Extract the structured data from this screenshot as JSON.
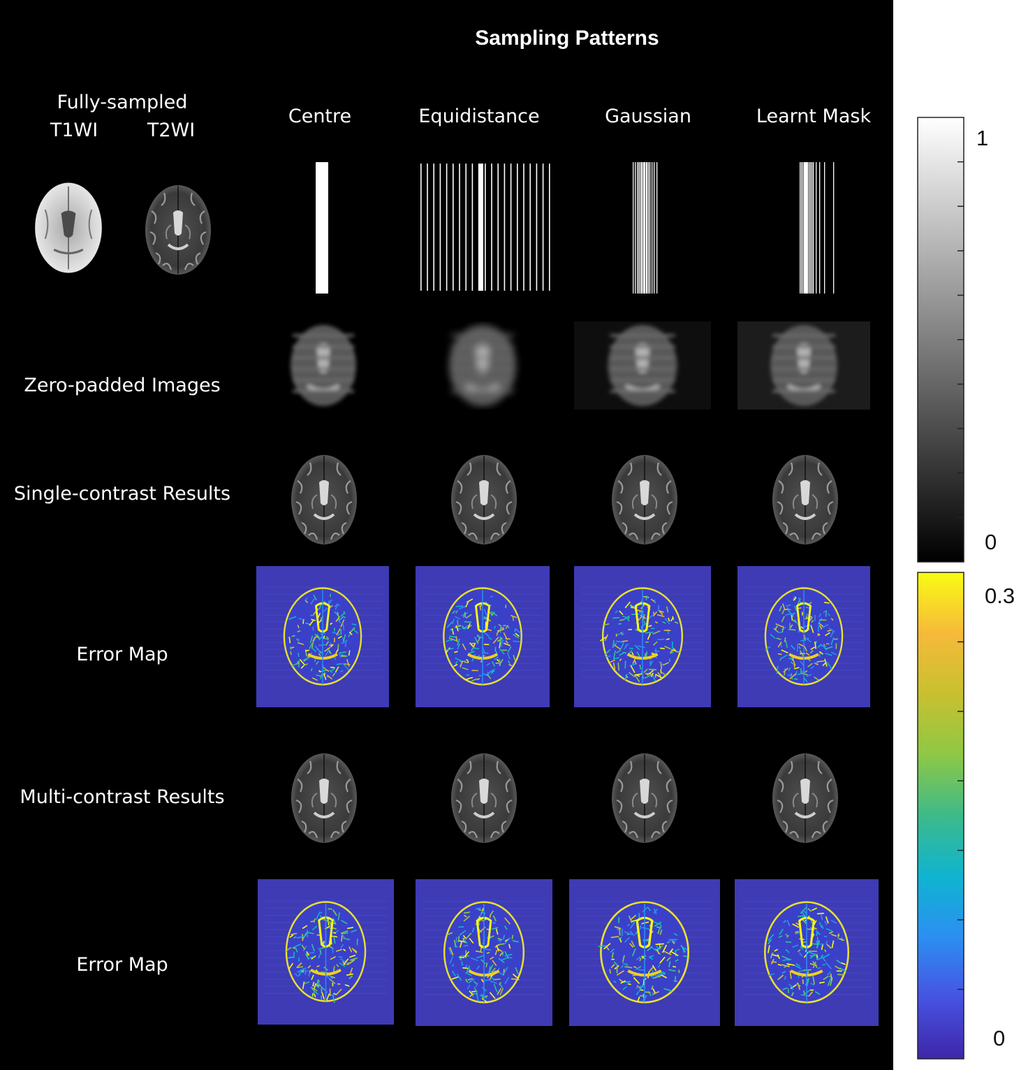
{
  "figure": {
    "title": "Sampling Patterns",
    "header_left": {
      "line1": "Fully-sampled",
      "t1": "T1WI",
      "t2": "T2WI"
    },
    "columns": [
      "Centre",
      "Equidistance",
      "Gaussian",
      "Learnt Mask"
    ],
    "row_labels": {
      "zero_padded": "Zero-padded  Images",
      "single": "Single-contrast Results",
      "error1": "Error Map",
      "multi": "Multi-contrast Results",
      "error2": "Error Map"
    }
  },
  "colorbars": {
    "gray": {
      "max_label": "1",
      "min_label": "0",
      "ticks": 9
    },
    "parula": {
      "max_label": "0.3",
      "min_label": "0",
      "ticks": 6
    }
  },
  "colors": {
    "background": "#000000",
    "error_bg": "#3e3bb4",
    "parula": [
      "#3e26a8",
      "#4653e2",
      "#2c8ff2",
      "#0fb4d0",
      "#2dc29b",
      "#8ec845",
      "#e0c030",
      "#f9fb14"
    ]
  }
}
